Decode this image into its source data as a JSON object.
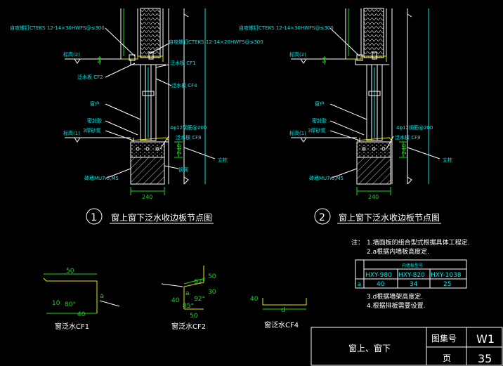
{
  "details": [
    {
      "number": "1",
      "title": "窗上窗下泛水收边板节点图",
      "screw_top_left": "自攻螺钉CTEKS 12-14×30HWFS@≤300",
      "screw_top_right": "自攻螺钉CTEKS 12-14×20HWFS@≤300",
      "label_level2": "标高(2)",
      "label_level1": "标高(1)",
      "dim_top": "50",
      "label_cf1": "泛水板 CF1",
      "label_cf2": "泛水板 CF2",
      "label_cf4": "泛水板 CF4",
      "label_cf8": "泛水板 CF8",
      "label_window": "窗户",
      "label_sealant": "密封胶",
      "label_mortar": "3厚砂浆",
      "label_rebar": "4φ12钢筋@200",
      "label_wall": "砖墙MU7.5,M5",
      "label_mesh": "钢网",
      "label_column": "立柱",
      "dim_240v": "240",
      "dim_240h": "240"
    },
    {
      "number": "2",
      "title": "窗上窗下泛水收边板节点图",
      "screw_top_left": "自攻螺钉CTEKS 12-14×30HWFS@≤300",
      "screw_top_right": "",
      "label_level2": "标高(2)",
      "label_level1": "标高(1)",
      "dim_top": "50",
      "label_cf1": "",
      "label_cf2": "",
      "label_cf4": "",
      "label_cf8": "泛水板 CF8",
      "label_window": "窗户",
      "label_sealant": "密封胶",
      "label_mortar": "3厚砂浆",
      "label_rebar": "4φ12钢筋@200",
      "label_wall": "砖墙MU7.5,M5",
      "label_mesh": "",
      "label_column": "立柱",
      "dim_240v": "240",
      "dim_240h": "240"
    }
  ],
  "notes": {
    "prefix": "注：",
    "line1": "1.墙面板的组合型式根据具体工程定.",
    "line2": "2.a根据内墙板高度定.",
    "line3": "3.d根据墙架高度定.",
    "line4": "4.根据排板需要设置."
  },
  "table": {
    "header": "内墙板型号",
    "row_label": "a",
    "models": [
      "HXY-980",
      "HXY-820",
      "HXY-1038"
    ],
    "values": [
      "40",
      "34",
      "25"
    ]
  },
  "profiles": {
    "cf1": {
      "label": "窗泛水CF1",
      "d1": "50",
      "d2": "10",
      "d3": "40",
      "angle": "80°",
      "var": "a"
    },
    "cf2": {
      "label": "窗泛水CF2",
      "d1": "50",
      "d2": "40",
      "d3": "50",
      "d4": "30",
      "a1": "92°",
      "a2": "92°",
      "a3": "85°",
      "var": "a"
    },
    "cf4": {
      "label": "窗泛水CF4",
      "d1": "40",
      "d2": "d"
    }
  },
  "title_block": {
    "drawing_name": "窗上、窗下",
    "atlas_label": "图集号",
    "atlas_value": "W1",
    "page_label": "页",
    "page_value": "35"
  }
}
